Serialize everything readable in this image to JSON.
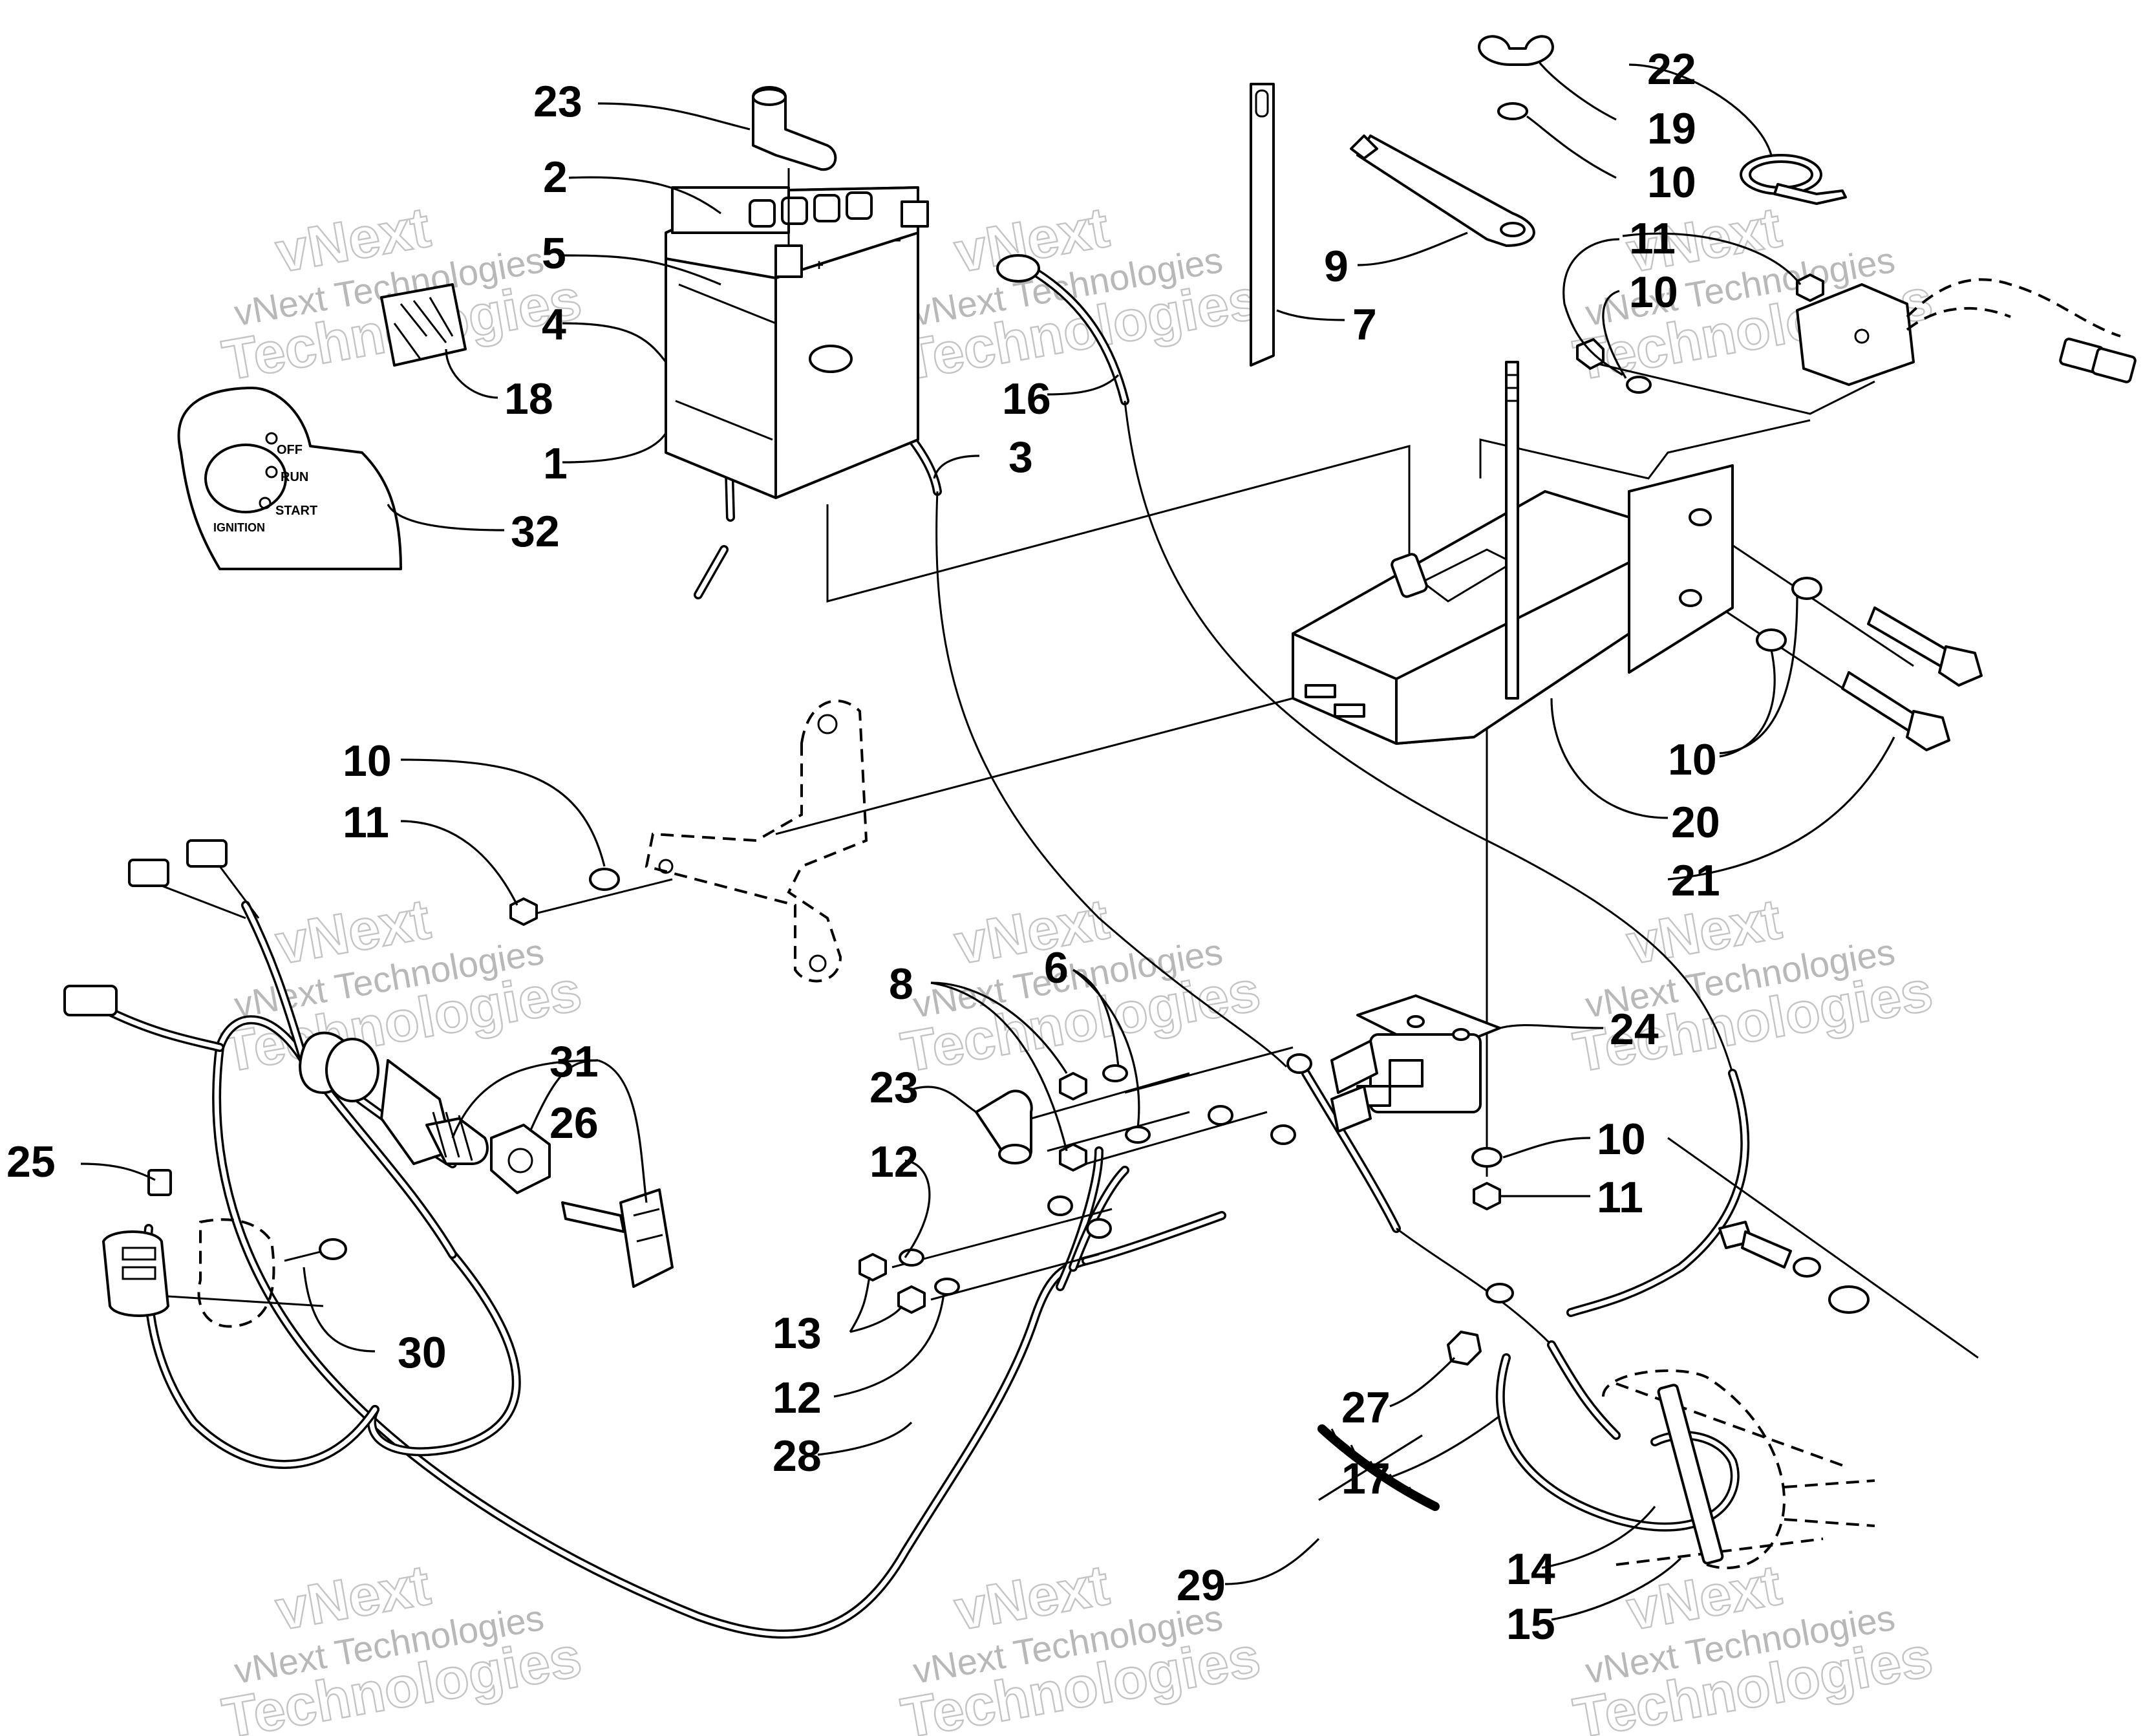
{
  "ignition_decal": {
    "labels": [
      "OFF",
      "RUN",
      "START",
      "IGNITION"
    ]
  },
  "callouts": [
    {
      "id": "c23a",
      "label": "23"
    },
    {
      "id": "c2",
      "label": "2"
    },
    {
      "id": "c5",
      "label": "5"
    },
    {
      "id": "c4",
      "label": "4"
    },
    {
      "id": "c18",
      "label": "18"
    },
    {
      "id": "c1",
      "label": "1"
    },
    {
      "id": "c32",
      "label": "32"
    },
    {
      "id": "c16",
      "label": "16"
    },
    {
      "id": "c3",
      "label": "3"
    },
    {
      "id": "c9",
      "label": "9"
    },
    {
      "id": "c7",
      "label": "7"
    },
    {
      "id": "c22",
      "label": "22"
    },
    {
      "id": "c19",
      "label": "19"
    },
    {
      "id": "c10a",
      "label": "10"
    },
    {
      "id": "c11a",
      "label": "11"
    },
    {
      "id": "c10b",
      "label": "10"
    },
    {
      "id": "c10c",
      "label": "10"
    },
    {
      "id": "c20",
      "label": "20"
    },
    {
      "id": "c21",
      "label": "21"
    },
    {
      "id": "c10d",
      "label": "10"
    },
    {
      "id": "c11b",
      "label": "11"
    },
    {
      "id": "c31",
      "label": "31"
    },
    {
      "id": "c26",
      "label": "26"
    },
    {
      "id": "c25",
      "label": "25"
    },
    {
      "id": "c30",
      "label": "30"
    },
    {
      "id": "c8",
      "label": "8"
    },
    {
      "id": "c6",
      "label": "6"
    },
    {
      "id": "c23b",
      "label": "23"
    },
    {
      "id": "c12a",
      "label": "12"
    },
    {
      "id": "c13",
      "label": "13"
    },
    {
      "id": "c12b",
      "label": "12"
    },
    {
      "id": "c28",
      "label": "28"
    },
    {
      "id": "c24",
      "label": "24"
    },
    {
      "id": "c10e",
      "label": "10"
    },
    {
      "id": "c11c",
      "label": "11"
    },
    {
      "id": "c27",
      "label": "27"
    },
    {
      "id": "c17",
      "label": "17"
    },
    {
      "id": "c29",
      "label": "29"
    },
    {
      "id": "c14",
      "label": "14"
    },
    {
      "id": "c15",
      "label": "15"
    }
  ],
  "watermark": {
    "line1": "vNext Technologies",
    "line2": "Technologies",
    "line3": "vNext"
  }
}
